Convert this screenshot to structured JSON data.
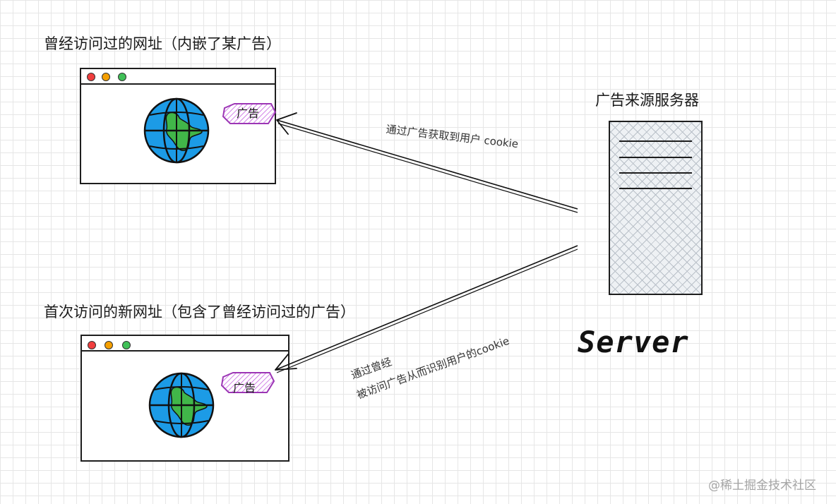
{
  "diagram": {
    "top_title": "曾经访问过的网址（内嵌了某广告）",
    "bottom_title": "首次访问的新网址（包含了曾经访问过的广告）",
    "server_title": "广告来源服务器",
    "server_name": "Server",
    "ad_label_top": "广告",
    "ad_label_bottom": "广告",
    "arrow_label_top": "通过广告获取到用户 cookie",
    "arrow_label_bottom_line1": "通过曾经",
    "arrow_label_bottom_line2": "被访问广告从而识别用户的cookie",
    "watermark": "@稀土掘金技术社区"
  },
  "colors": {
    "globe_ocean": "#1c9be6",
    "globe_land": "#41b649",
    "ad_fill": "#be4bdb",
    "dot_red": "#f03e3e",
    "dot_yellow": "#f59f00",
    "dot_green": "#40c057"
  },
  "icons": [
    "globe-icon",
    "ad-badge",
    "window-controls",
    "server-icon"
  ]
}
